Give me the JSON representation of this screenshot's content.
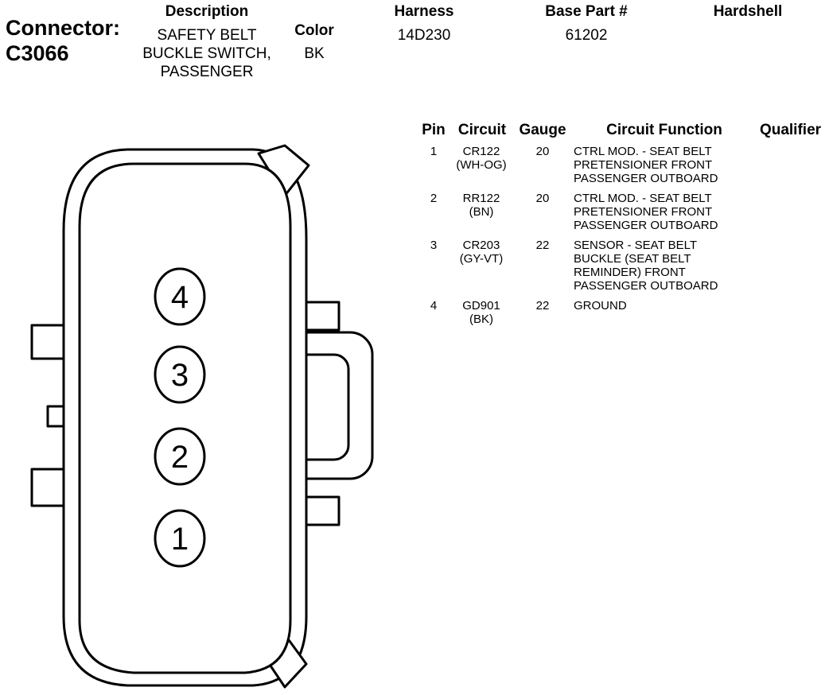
{
  "connector": {
    "label": "Connector:",
    "id": "C3066"
  },
  "header": {
    "description_label": "Description",
    "description_lines": [
      "SAFETY BELT",
      "BUCKLE SWITCH,",
      "PASSENGER"
    ],
    "color_label": "Color",
    "color_value": "BK",
    "harness_label": "Harness",
    "harness_value": "14D230",
    "base_part_label": "Base Part #",
    "base_part_value": "61202",
    "hardshell_label": "Hardshell"
  },
  "table": {
    "headers": {
      "pin": "Pin",
      "circuit": "Circuit",
      "gauge": "Gauge",
      "function": "Circuit Function",
      "qualifier": "Qualifier"
    },
    "rows": [
      {
        "pin": "1",
        "circuit": [
          "CR122",
          "(WH-OG)"
        ],
        "gauge": "20",
        "function": [
          "CTRL MOD. - SEAT BELT",
          "PRETENSIONER FRONT",
          "PASSENGER OUTBOARD"
        ]
      },
      {
        "pin": "2",
        "circuit": [
          "RR122",
          "(BN)"
        ],
        "gauge": "20",
        "function": [
          "CTRL MOD. - SEAT BELT",
          "PRETENSIONER FRONT",
          "PASSENGER OUTBOARD"
        ]
      },
      {
        "pin": "3",
        "circuit": [
          "CR203",
          "(GY-VT)"
        ],
        "gauge": "22",
        "function": [
          "SENSOR - SEAT BELT",
          "BUCKLE (SEAT BELT",
          "REMINDER) FRONT",
          "PASSENGER OUTBOARD"
        ]
      },
      {
        "pin": "4",
        "circuit": [
          "GD901",
          "(BK)"
        ],
        "gauge": "22",
        "function": [
          "GROUND"
        ]
      }
    ]
  },
  "diagram": {
    "pins": [
      "4",
      "3",
      "2",
      "1"
    ]
  }
}
